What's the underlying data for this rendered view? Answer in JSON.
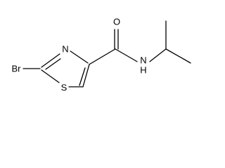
{
  "molecule": {
    "atoms": {
      "bromine": "Br",
      "thiazole_nitrogen": "N",
      "thiazole_sulfur": "S",
      "carbonyl_oxygen": "O",
      "amide_nitrogen": "N",
      "amide_hydrogen": "H"
    },
    "colors": {
      "bond": "#000000",
      "label": "#000000",
      "background": "#ffffff"
    }
  }
}
